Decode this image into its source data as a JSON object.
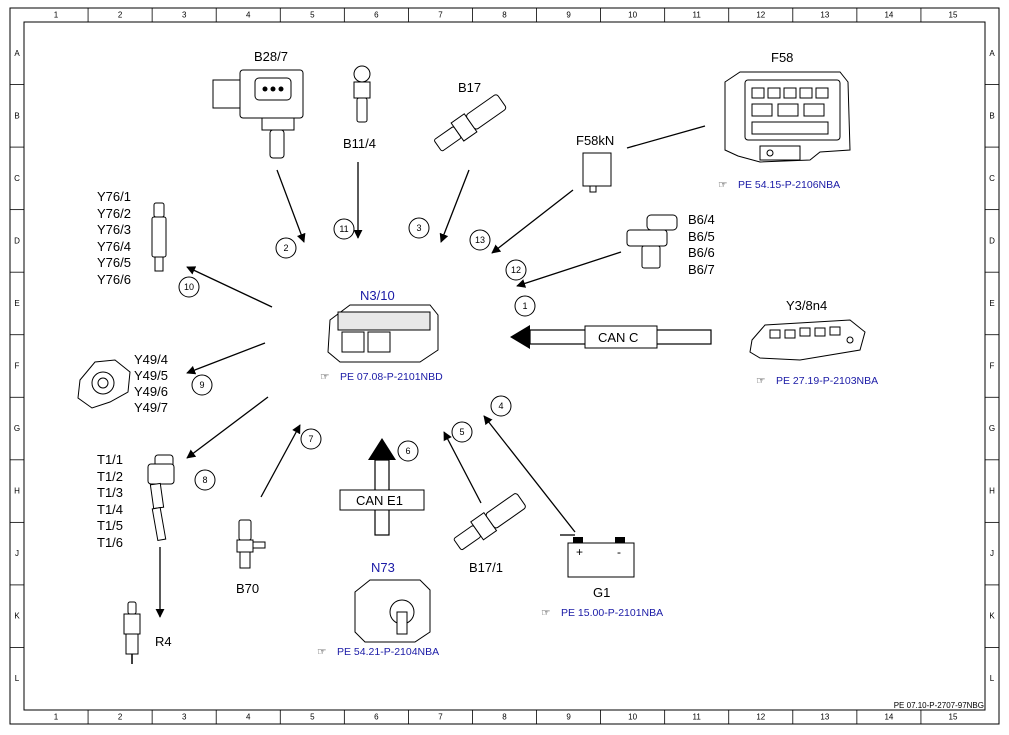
{
  "grid": {
    "columns": [
      "1",
      "2",
      "3",
      "4",
      "5",
      "6",
      "7",
      "8",
      "9",
      "10",
      "11",
      "12",
      "13",
      "14",
      "15"
    ],
    "rows": [
      "A",
      "B",
      "C",
      "D",
      "E",
      "F",
      "G",
      "H",
      "J",
      "K",
      "L"
    ]
  },
  "footer_code": "PE 07.10-P-2707-97NBG",
  "center": {
    "label": "N3/10",
    "ref": "PE 07.08-P-2101NBD"
  },
  "components": {
    "b28_7": "B28/7",
    "b11_4": "B11/4",
    "b17": "B17",
    "f58kn": "F58kN",
    "f58": {
      "label": "F58",
      "ref": "PE 54.15-P-2106NBA"
    },
    "b6": [
      "B6/4",
      "B6/5",
      "B6/6",
      "B6/7"
    ],
    "y3_8n4": {
      "label": "Y3/8n4",
      "ref": "PE 27.19-P-2103NBA"
    },
    "y76": [
      "Y76/1",
      "Y76/2",
      "Y76/3",
      "Y76/4",
      "Y76/5",
      "Y76/6"
    ],
    "y49": [
      "Y49/4",
      "Y49/5",
      "Y49/6",
      "Y49/7"
    ],
    "t1": [
      "T1/1",
      "T1/2",
      "T1/3",
      "T1/4",
      "T1/5",
      "T1/6"
    ],
    "r4": "R4",
    "b70": "B70",
    "n73": {
      "label": "N73",
      "ref": "PE 54.21-P-2104NBA"
    },
    "b17_1": "B17/1",
    "g1": {
      "label": "G1",
      "ref": "PE 15.00-P-2101NBA",
      "plus": "+",
      "minus": "-"
    }
  },
  "buses": {
    "can_c": "CAN C",
    "can_e1": "CAN E1"
  },
  "callouts": [
    "1",
    "2",
    "3",
    "4",
    "5",
    "6",
    "7",
    "8",
    "9",
    "10",
    "11",
    "12",
    "13"
  ],
  "colors": {
    "ref_text": "#1a1aa6",
    "line": "#000000"
  }
}
